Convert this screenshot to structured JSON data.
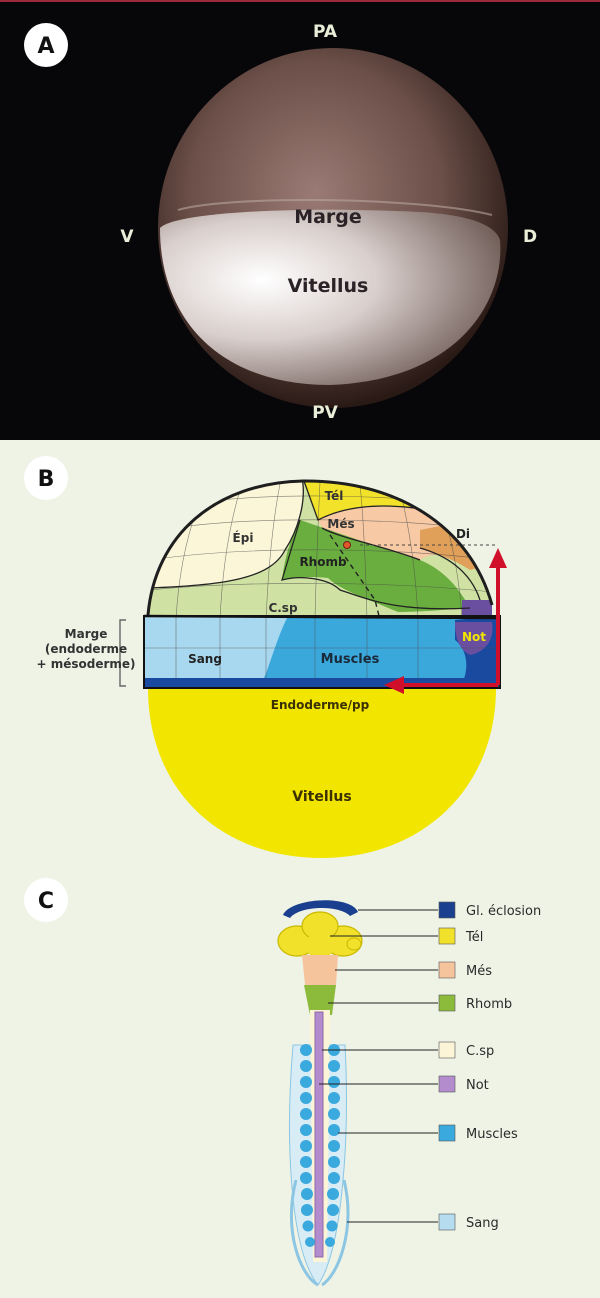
{
  "panel_a": {
    "badge": "A",
    "top": "PA",
    "bottom": "PV",
    "left": "V",
    "right": "D",
    "marge": "Marge",
    "vitellus": "Vitellus"
  },
  "panel_b": {
    "badge": "B",
    "tel": "Tél",
    "epi": "Épi",
    "mes": "Més",
    "di": "Di",
    "rhomb": "Rhomb",
    "csp": "C.sp",
    "not": "Not",
    "sang": "Sang",
    "muscles": "Muscles",
    "marge_title": "Marge",
    "marge_line2": "(endoderme",
    "marge_line3": "+ mésoderme)",
    "endoderme": "Endoderme/pp",
    "vitellus": "Vitellus",
    "colors": {
      "yolk": "#f2e600",
      "tel": "#f3e22a",
      "epi": "#fbf6d8",
      "mes": "#f7c9a4",
      "di": "#e0a05a",
      "rhomb": "#6aae3f",
      "csp": "#cfe2a3",
      "not": "#6a4fa0",
      "sang": "#a8d8ef",
      "muscles": "#3ba8dc",
      "blue_band": "#1a4aa0",
      "arrow": "#d0102a"
    }
  },
  "panel_c": {
    "badge": "C",
    "legend": [
      {
        "label": "Gl. éclosion",
        "color": "#1b3f8f"
      },
      {
        "label": "Tél",
        "color": "#f2e12b"
      },
      {
        "label": "Més",
        "color": "#f6c49c"
      },
      {
        "label": "Rhomb",
        "color": "#8cbb3c"
      },
      {
        "label": "C.sp",
        "color": "#fbf4d6"
      },
      {
        "label": "Not",
        "color": "#b28ccc"
      },
      {
        "label": "Muscles",
        "color": "#3aa9dd"
      },
      {
        "label": "Sang",
        "color": "#b6dcef"
      }
    ]
  }
}
